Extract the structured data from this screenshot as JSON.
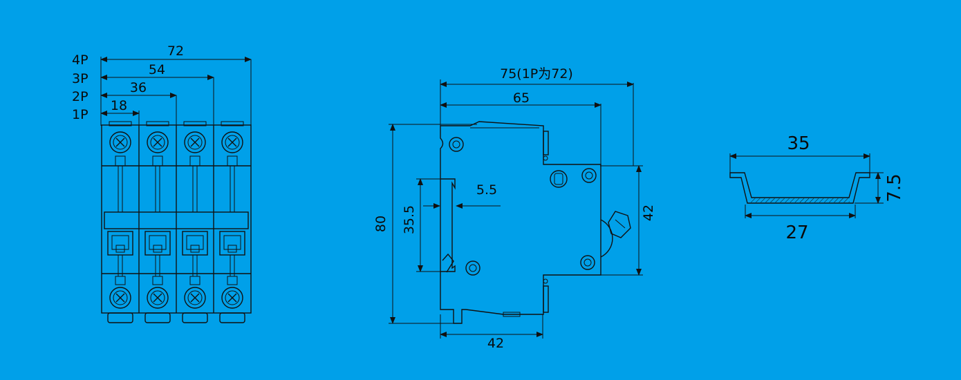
{
  "front_view": {
    "pole_labels": [
      "4P",
      "3P",
      "2P",
      "1P"
    ],
    "widths": [
      "72",
      "54",
      "36",
      "18"
    ],
    "pole_count": 4
  },
  "side_view": {
    "width_top": "75(1P为72)",
    "width_65": "65",
    "height": "80",
    "rail_height": "35.5",
    "clip_depth": "5.5",
    "front_height": "42",
    "bottom_width": "42"
  },
  "din_rail": {
    "top_width": "35",
    "bottom_width": "27",
    "height": "7.5"
  },
  "colors": {
    "background": "#00a0e9",
    "line": "#111111"
  }
}
